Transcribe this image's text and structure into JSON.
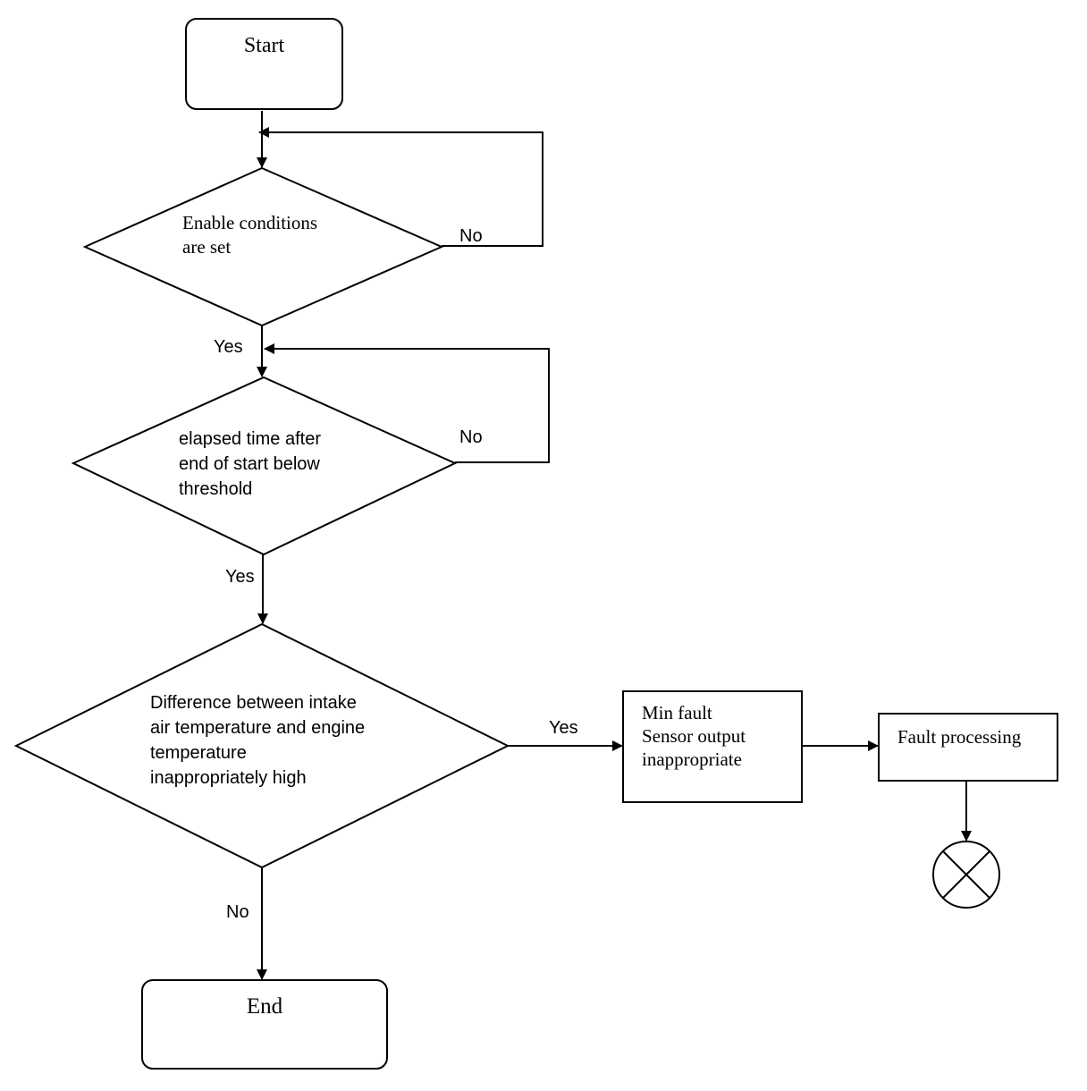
{
  "nodes": {
    "start": "Start",
    "enable": "Enable conditions\nare set",
    "elapsed": "elapsed time after\nend of start below\nthreshold",
    "difference": "Difference between intake\nair temperature and engine\ntemperature\ninappropriately high",
    "min_fault": "Min fault\nSensor output\ninappropriate",
    "fault_processing": "Fault processing",
    "end": "End"
  },
  "edges": {
    "enable_no": "No",
    "enable_yes": "Yes",
    "elapsed_no": "No",
    "elapsed_yes": "Yes",
    "difference_yes": "Yes",
    "difference_no": "No"
  },
  "terminator_symbol": "x-circle-icon"
}
